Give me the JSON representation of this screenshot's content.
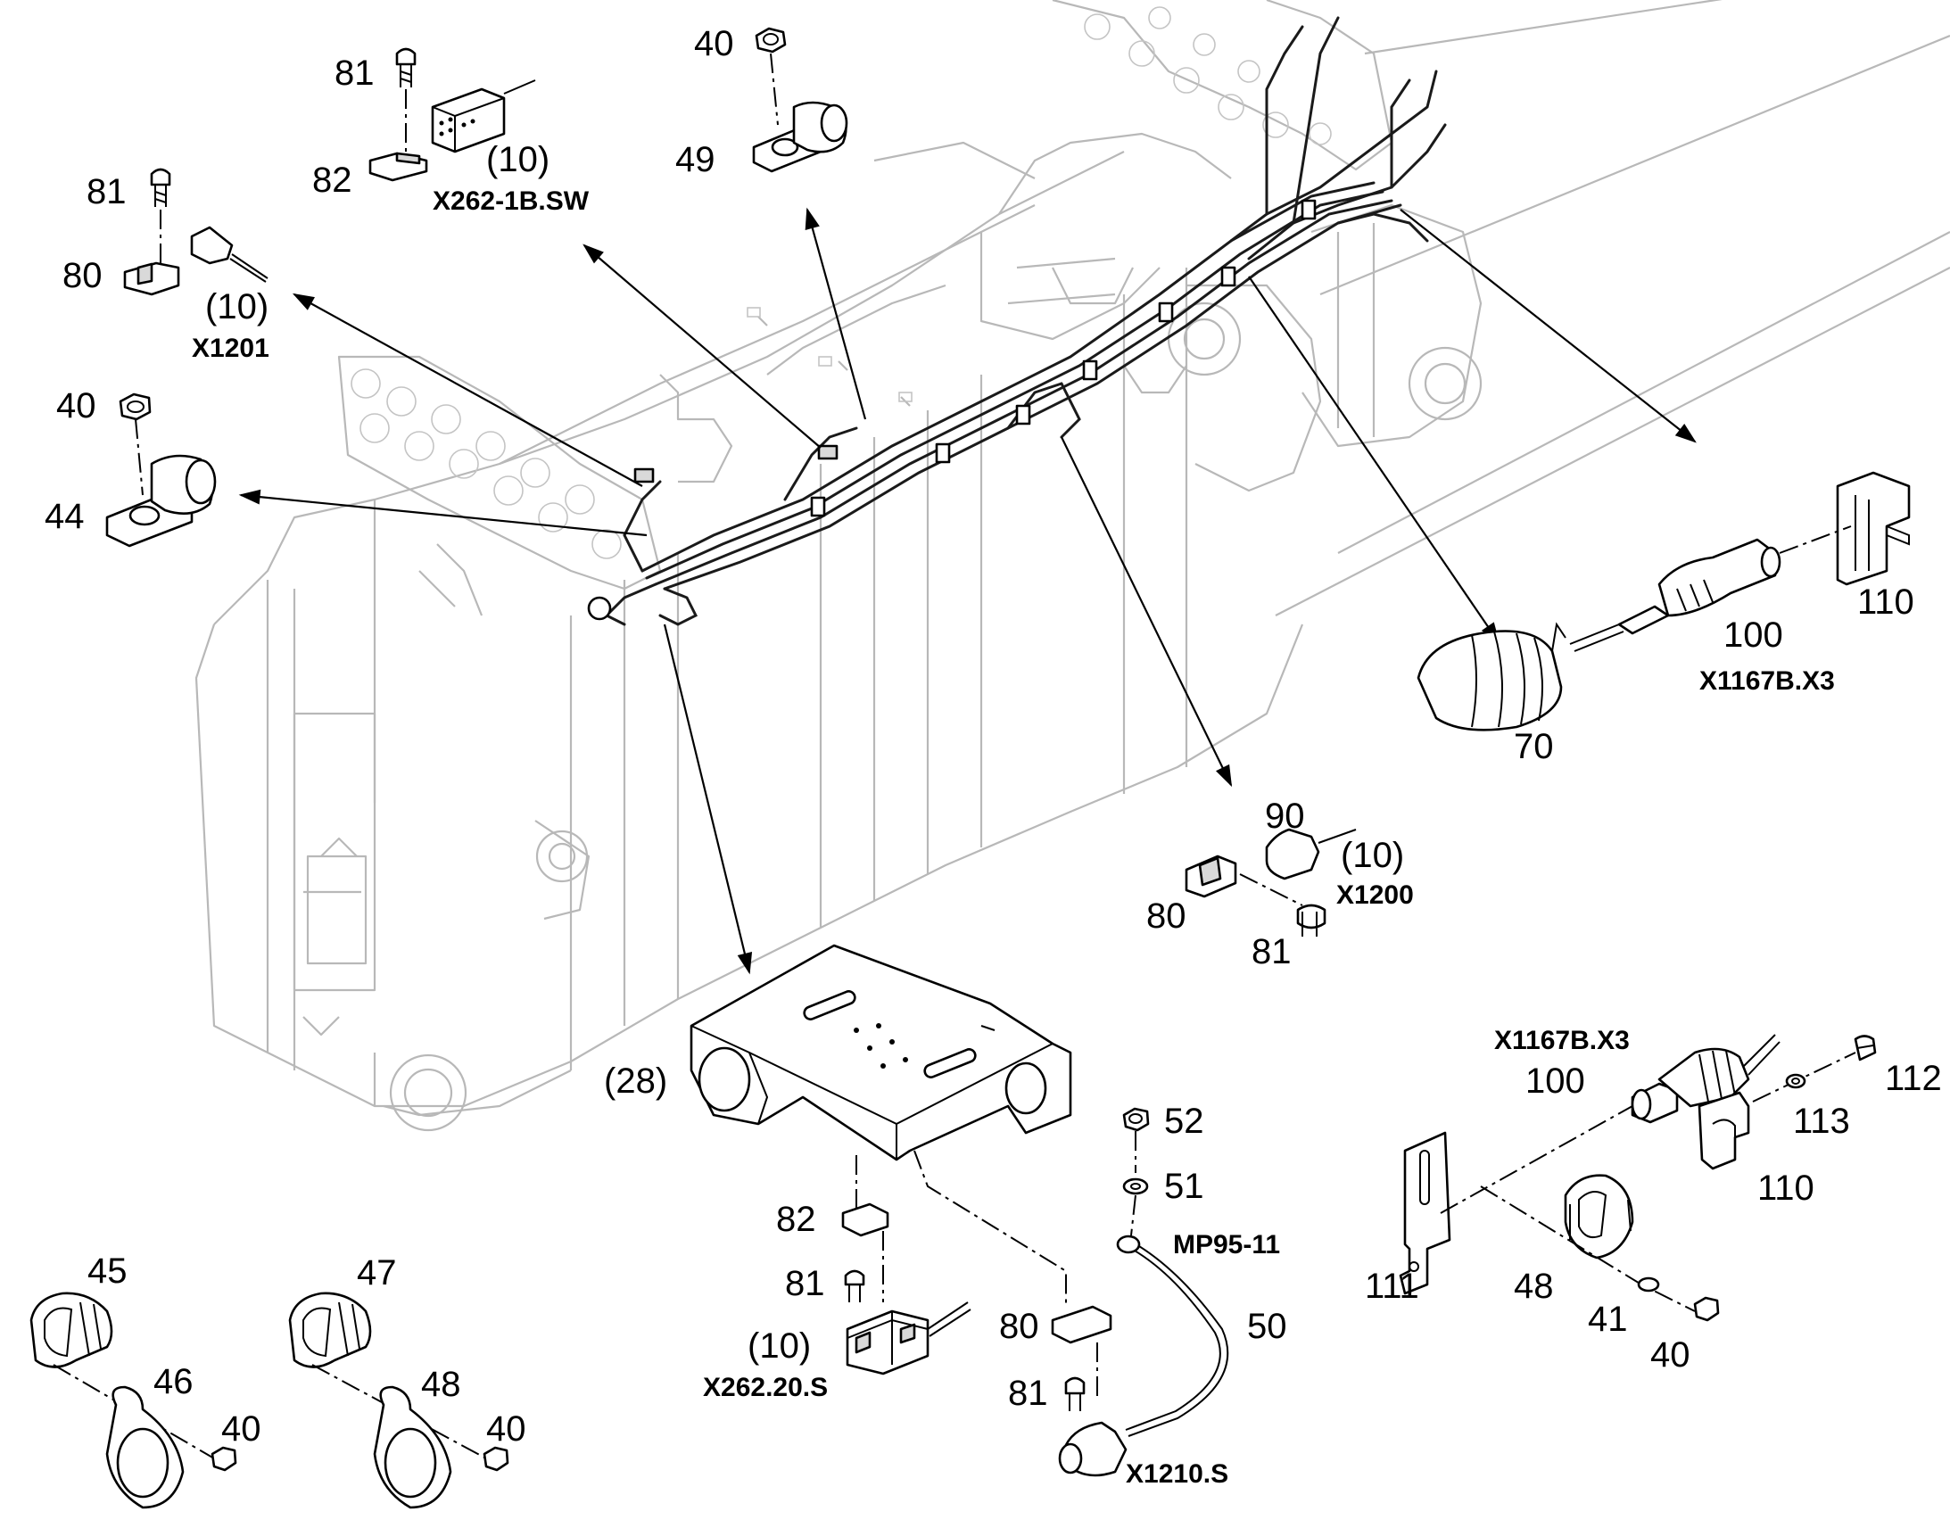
{
  "callouts": [
    {
      "id": "c-81-a",
      "text": "81"
    },
    {
      "id": "c-82-a",
      "text": "82"
    },
    {
      "id": "c-10-a",
      "text": "(10)"
    },
    {
      "id": "c-x262-1b",
      "text": "X262-1B.SW"
    },
    {
      "id": "c-40-a",
      "text": "40"
    },
    {
      "id": "c-49",
      "text": "49"
    },
    {
      "id": "c-81-b",
      "text": "81"
    },
    {
      "id": "c-80-a",
      "text": "80"
    },
    {
      "id": "c-10-b",
      "text": "(10)"
    },
    {
      "id": "c-x1201",
      "text": "X1201"
    },
    {
      "id": "c-40-b",
      "text": "40"
    },
    {
      "id": "c-44",
      "text": "44"
    },
    {
      "id": "c-110-a",
      "text": "110"
    },
    {
      "id": "c-100-a",
      "text": "100"
    },
    {
      "id": "c-x1167b-a",
      "text": "X1167B.X3"
    },
    {
      "id": "c-70",
      "text": "70"
    },
    {
      "id": "c-90",
      "text": "90"
    },
    {
      "id": "c-10-c",
      "text": "(10)"
    },
    {
      "id": "c-x1200",
      "text": "X1200"
    },
    {
      "id": "c-80-b",
      "text": "80"
    },
    {
      "id": "c-81-c",
      "text": "81"
    },
    {
      "id": "c-28",
      "text": "(28)"
    },
    {
      "id": "c-x1167b-b",
      "text": "X1167B.X3"
    },
    {
      "id": "c-100-b",
      "text": "100"
    },
    {
      "id": "c-112",
      "text": "112"
    },
    {
      "id": "c-113",
      "text": "113"
    },
    {
      "id": "c-110-b",
      "text": "110"
    },
    {
      "id": "c-111",
      "text": "111"
    },
    {
      "id": "c-48-a",
      "text": "48"
    },
    {
      "id": "c-41",
      "text": "41"
    },
    {
      "id": "c-40-c",
      "text": "40"
    },
    {
      "id": "c-52",
      "text": "52"
    },
    {
      "id": "c-51",
      "text": "51"
    },
    {
      "id": "c-mp95",
      "text": "MP95-11"
    },
    {
      "id": "c-50",
      "text": "50"
    },
    {
      "id": "c-82-b",
      "text": "82"
    },
    {
      "id": "c-81-d",
      "text": "81"
    },
    {
      "id": "c-10-d",
      "text": "(10)"
    },
    {
      "id": "c-x262-20",
      "text": "X262.20.S"
    },
    {
      "id": "c-80-c",
      "text": "80"
    },
    {
      "id": "c-81-e",
      "text": "81"
    },
    {
      "id": "c-x1210",
      "text": "X1210.S"
    },
    {
      "id": "c-45",
      "text": "45"
    },
    {
      "id": "c-46",
      "text": "46"
    },
    {
      "id": "c-40-d",
      "text": "40"
    },
    {
      "id": "c-47",
      "text": "47"
    },
    {
      "id": "c-48-b",
      "text": "48"
    },
    {
      "id": "c-40-e",
      "text": "40"
    }
  ]
}
